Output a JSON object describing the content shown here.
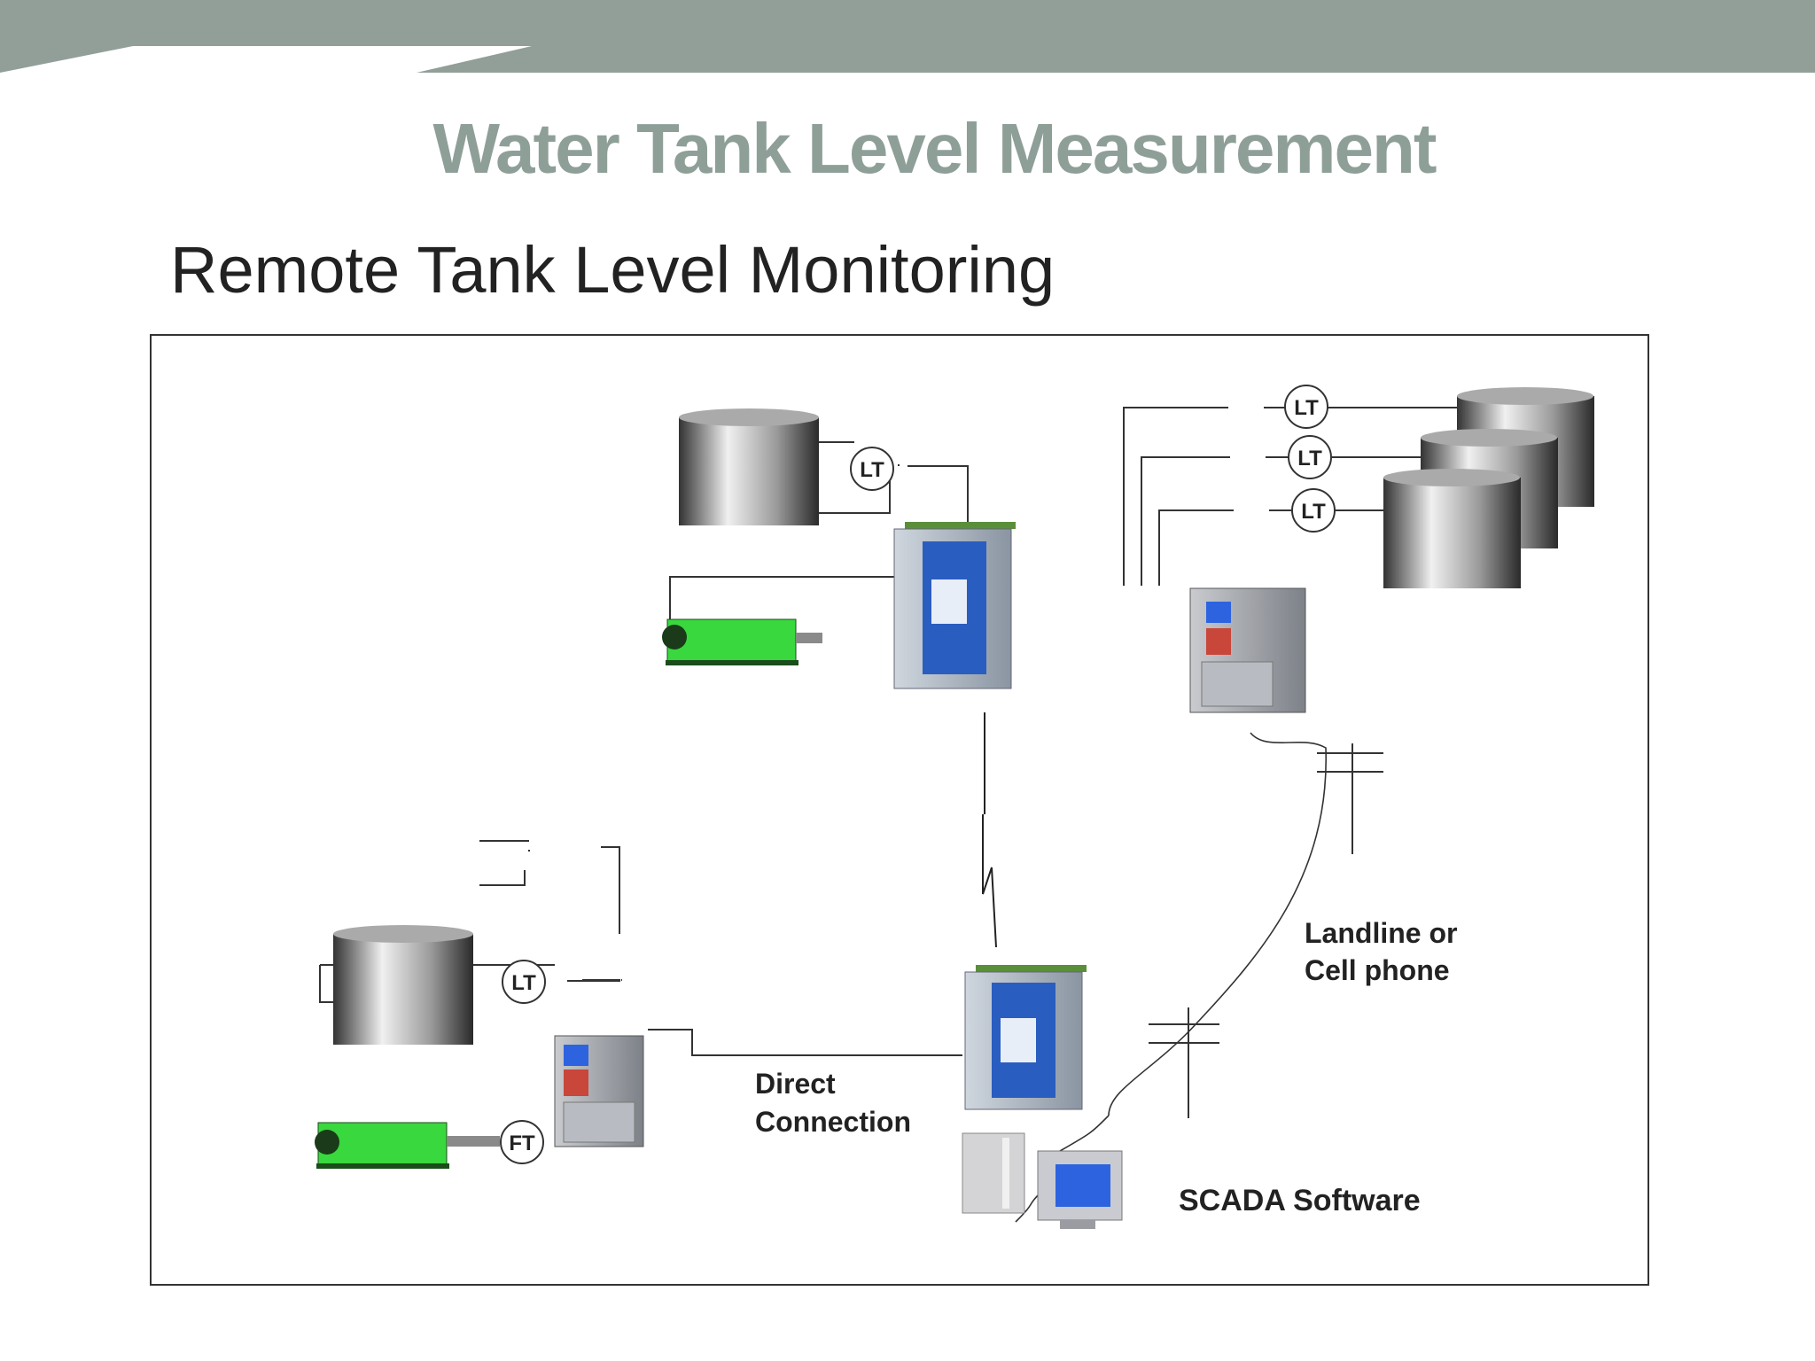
{
  "slide": {
    "title": "Water Tank Level Measurement",
    "subtitle": "Remote Tank Level Monitoring"
  },
  "colors": {
    "header_band": "#919f98",
    "title_text": "#8e9f98",
    "pump_green": "#39d83e",
    "screen_blue": "#2e63e0"
  },
  "diagram": {
    "level_transmitter": "LT",
    "flow_transmitter": "FT",
    "landline_label_1": "Landline or",
    "landline_label_2": "Cell phone",
    "direct_label_1": "Direct",
    "direct_label_2": "Connection",
    "scada_label": "SCADA Software"
  }
}
